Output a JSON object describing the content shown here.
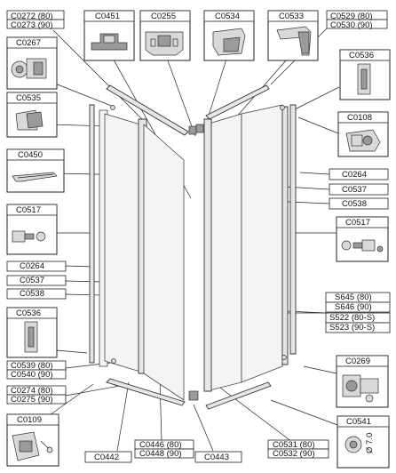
{
  "codes": {
    "c0272_80": "C0272 (80)",
    "c0273_90": "C0273 (90)",
    "c0451": "C0451",
    "c0255": "C0255",
    "c0534": "C0534",
    "c0533": "C0533",
    "c0529_80": "C0529 (80)",
    "c0530_90": "C0530 (90)",
    "c0267": "C0267",
    "c0536_right": "C0536",
    "c0535": "C0535",
    "c0108": "C0108",
    "c0450": "C0450",
    "c0264_right": "C0264",
    "c0537_right": "C0537",
    "c0538_right": "C0538",
    "c0517_left": "C0517",
    "c0517_right": "C0517",
    "c0264_left": "C0264",
    "c0537_left": "C0537",
    "c0538_left": "C0538",
    "s645_80": "S645 (80)",
    "s646_90": "S646 (90)",
    "s522_80s": "S522 (80-S)",
    "s523_90s": "S523 (90-S)",
    "c0536_left": "C0536",
    "c0269": "C0269",
    "c0539_80": "C0539 (80)",
    "c0540_90": "C0540 (90)",
    "c0274_80": "C0274 (80)",
    "c0275_90": "C0275 (90)",
    "c0109": "C0109",
    "c0541": "C0541",
    "c0442": "C0442",
    "c0446_80": "C0446 (80)",
    "c0448_90": "C0448 (90)",
    "c0443": "C0443",
    "c0531_80": "C0531 (80)",
    "c0532_90": "C0532 (90)",
    "c0541_dim": "Ø 7.0"
  }
}
